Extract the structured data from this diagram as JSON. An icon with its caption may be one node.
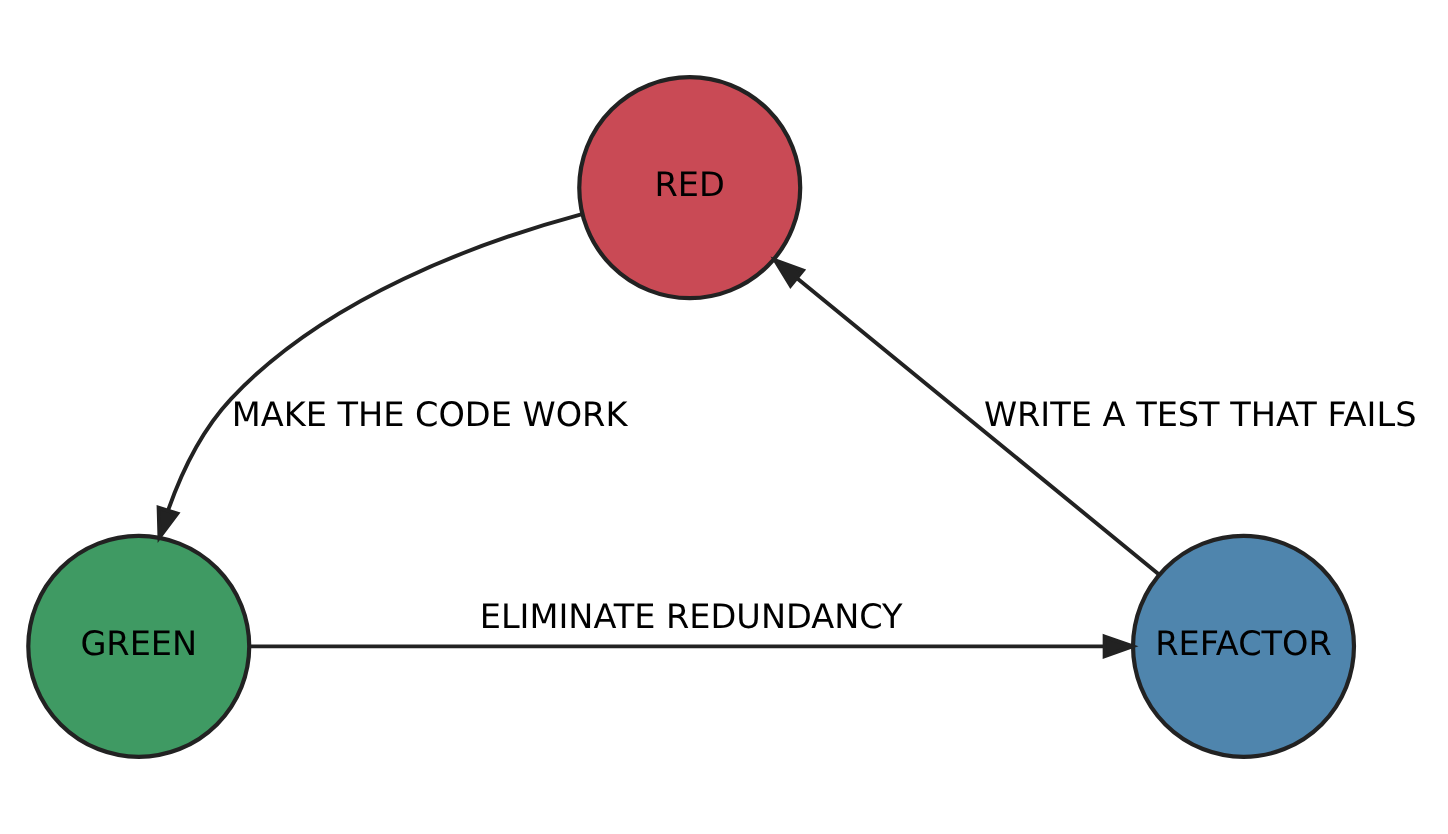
{
  "diagram": {
    "nodes": [
      {
        "text": [
          "RED"
        ]
      },
      {
        "text": [
          "REFACTOR"
        ]
      },
      {
        "text": [
          "GREEN"
        ]
      }
    ],
    "edges": [
      {
        "from": 1,
        "to": 0,
        "arrow": "to",
        "label": "WRITE A TEST THAT FAILS"
      },
      {
        "from": 0,
        "to": 2,
        "arrow": "to",
        "label": "MAKE THE CODE WORK"
      },
      {
        "from": 2,
        "to": 1,
        "arrow": "to",
        "label": "ELIMINATE REDUNDANCY"
      }
    ]
  }
}
